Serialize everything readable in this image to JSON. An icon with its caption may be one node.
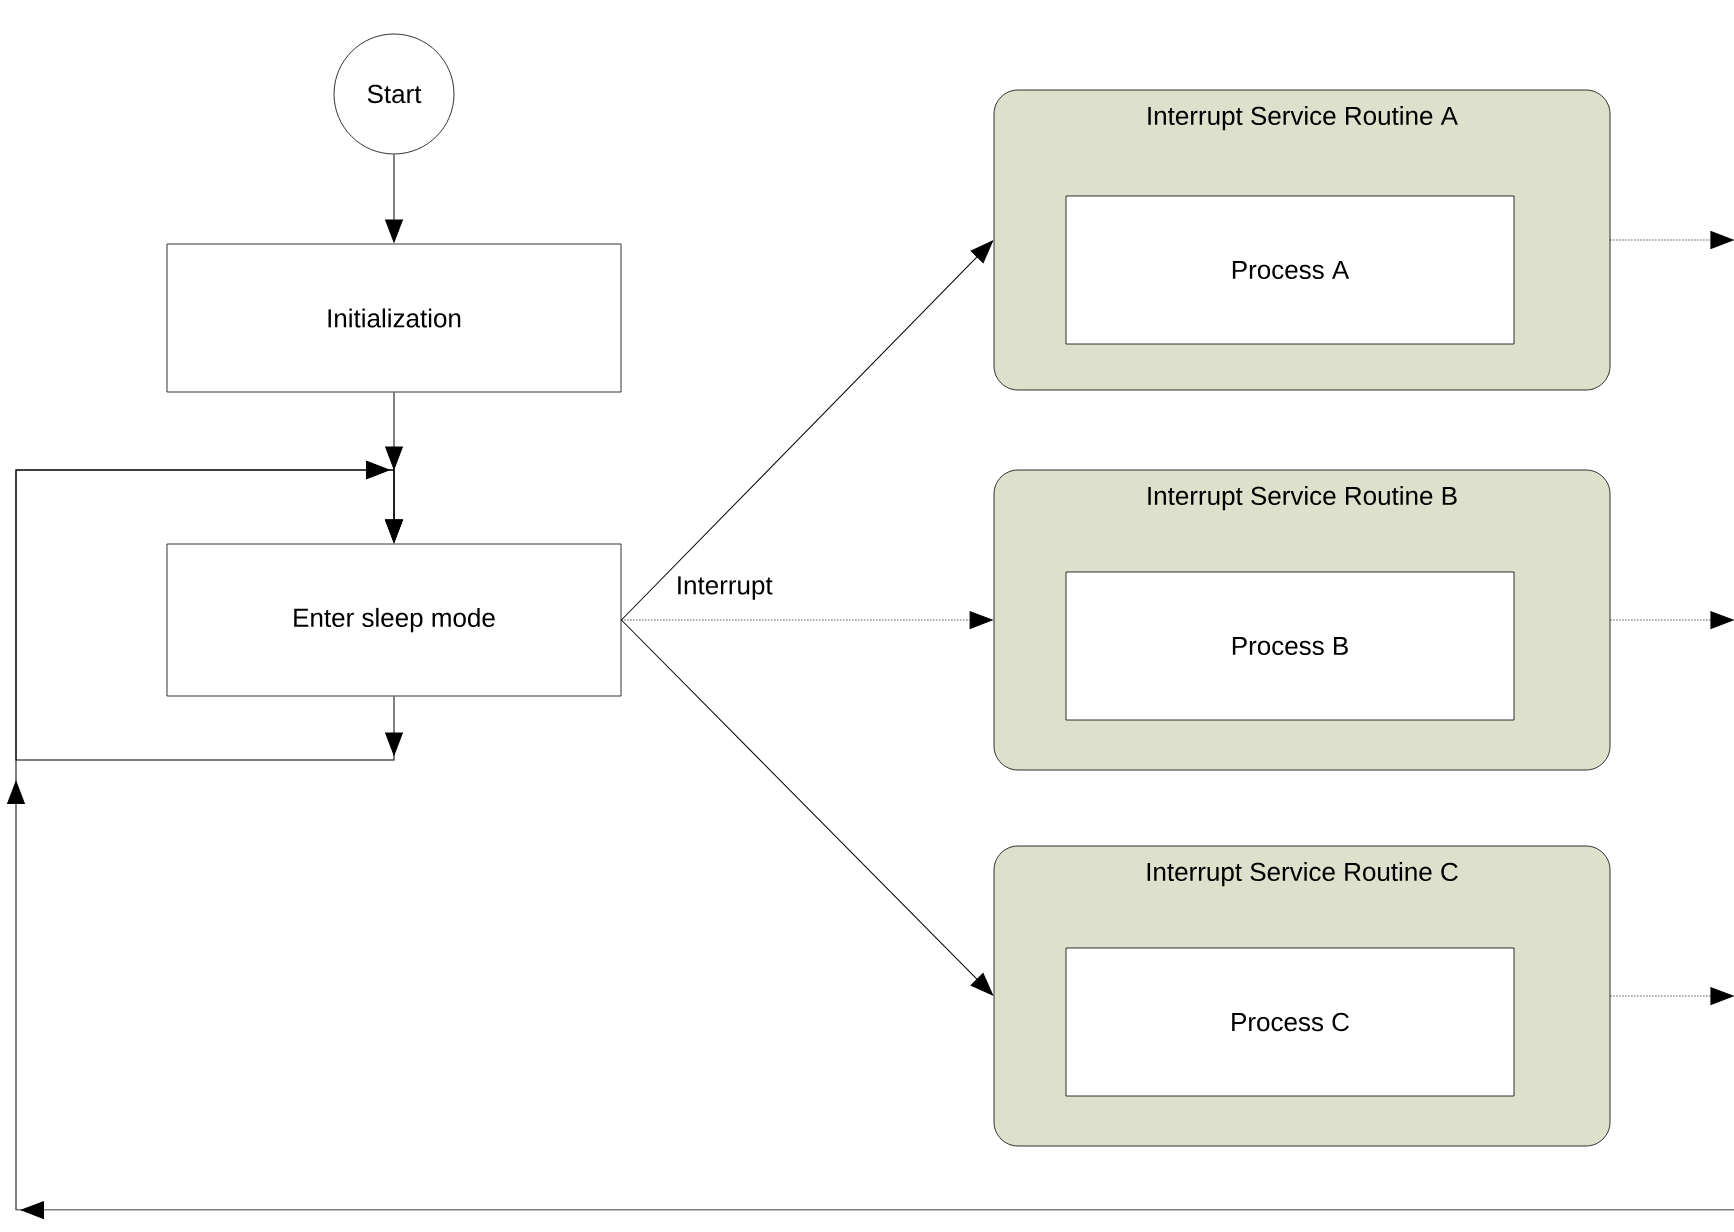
{
  "diagram": {
    "nodes": [
      {
        "text": [
          "Start"
        ]
      },
      {
        "text": [
          "Initialization"
        ]
      },
      {
        "text": [
          "Enter sleep mode"
        ]
      },
      {
        "text": [
          "Interrupt Service Routine A"
        ]
      },
      {
        "text": [
          "Process A"
        ],
        "in": 3
      },
      {
        "text": [
          "Interrupt Service Routine B"
        ]
      },
      {
        "text": [
          "Process B"
        ],
        "in": 5
      },
      {
        "text": [
          "Interrupt Service Routine C"
        ]
      },
      {
        "text": [
          "Process C"
        ],
        "in": 7
      }
    ],
    "edges": [
      {
        "from": 0,
        "to": 1,
        "arrow": "to"
      },
      {
        "from": 1,
        "to": 2,
        "arrow": "to"
      },
      {
        "from": 2,
        "to": 2,
        "arrow": "to"
      },
      {
        "from": 2,
        "to": 3,
        "arrow": "to"
      },
      {
        "from": 2,
        "to": 5,
        "arrow": "to",
        "label": "Interrupt",
        "style": "dashed"
      },
      {
        "from": 2,
        "to": 7,
        "arrow": "to"
      },
      {
        "from": 3,
        "to": null,
        "arrow": "to",
        "style": "dashed"
      },
      {
        "from": 5,
        "to": null,
        "arrow": "to",
        "style": "dashed"
      },
      {
        "from": 7,
        "to": null,
        "arrow": "to",
        "style": "dashed"
      },
      {
        "from": null,
        "to": 2,
        "arrow": "to"
      }
    ]
  }
}
